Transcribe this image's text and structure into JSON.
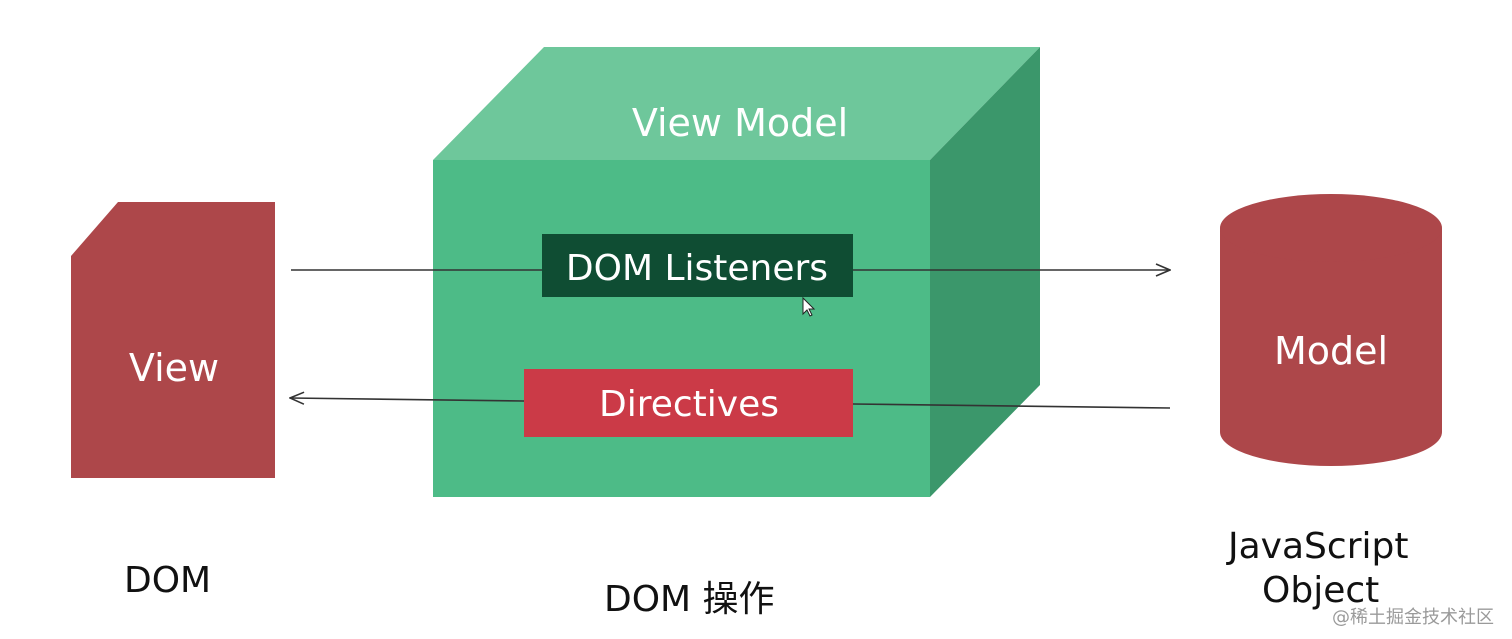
{
  "diagram": {
    "view_model_label": "View Model",
    "view_label": "View",
    "model_label": "Model",
    "listeners_label": "DOM Listeners",
    "directives_label": "Directives",
    "dom_caption": "DOM",
    "dom_ops_caption": "DOM 操作",
    "js_caption_line1": "JavaScript",
    "js_caption_line2": "Object",
    "watermark": "@稀土掘金技术社区"
  },
  "colors": {
    "cube_front": "#4dbb87",
    "cube_top": "#6ec79b",
    "cube_side": "#3b976b",
    "view_block": "#ad474a",
    "model_db": "#ad474a",
    "listeners_box": "#0f4d33",
    "directives_box": "#cb3a47",
    "arrow": "#333333"
  }
}
